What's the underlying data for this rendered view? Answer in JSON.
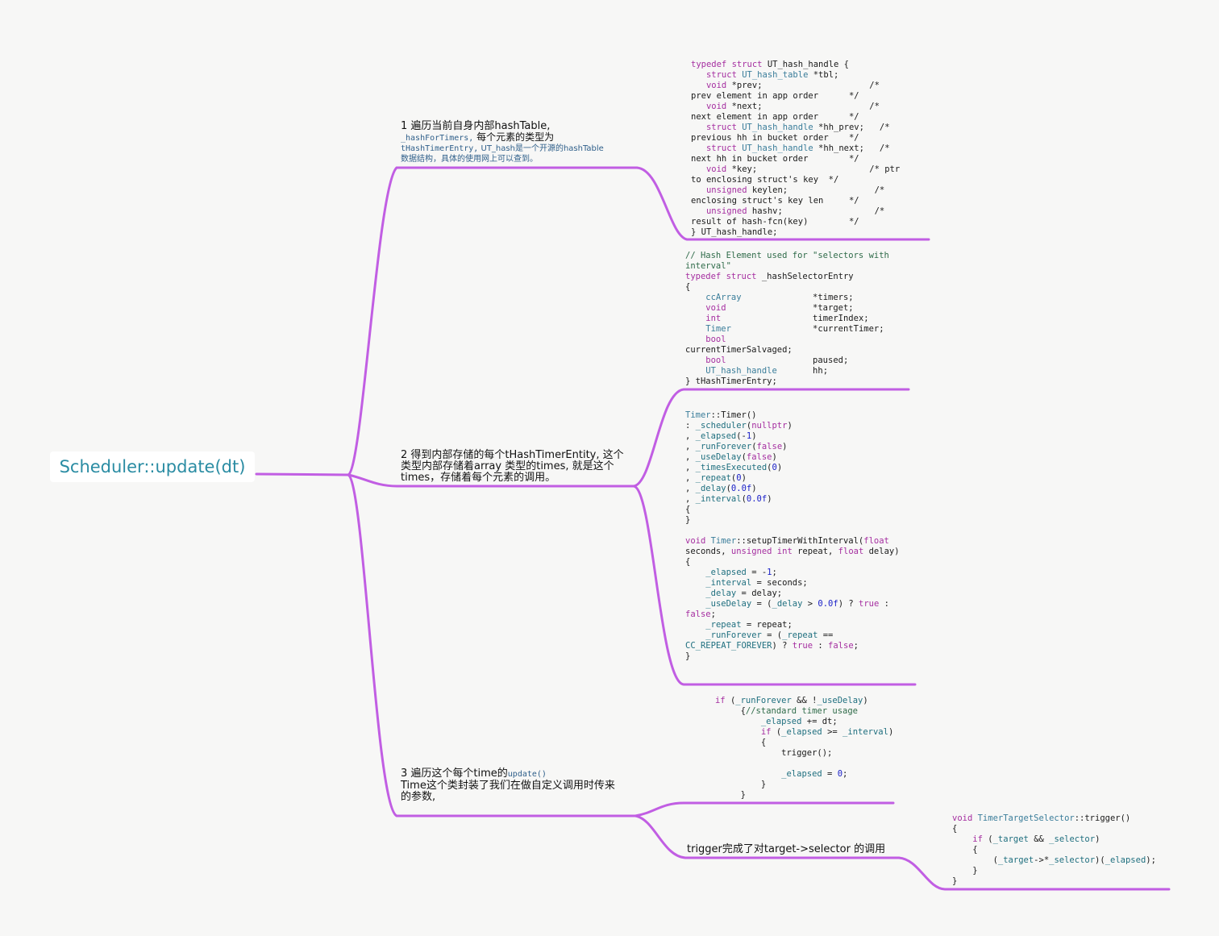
{
  "root": {
    "label": "Scheduler::update(dt)"
  },
  "branch1": {
    "line1": "1 遍历当前自身内部hashTable,",
    "note_code1": "_hashForTimers,",
    "note_text1": " 每个元素的类型为",
    "note_code2": "tHashTimerEntry,",
    "note_text2": "  UT_hash是一个开源的hashTable",
    "note_line3": "数据结构，具体的使用网上可以查到。"
  },
  "branch2": {
    "line1": "2 得到内部存储的每个tHashTimerEntity, 这个",
    "line2": "类型内部存储着array 类型的times, 就是这个",
    "line3": "times，存储着每个元素的调用。"
  },
  "branch3": {
    "line1": "3 遍历这个每个time的",
    "line1_code": "update()",
    "line2": "Time这个类封装了我们在做自定义调用时传来",
    "line3": "的参数,"
  },
  "branch4": {
    "label": "trigger完成了对target->selector 的调用"
  },
  "code_ut_hash": [
    [
      [
        "typedef struct",
        "k"
      ],
      [
        " UT_hash_handle {",
        ""
      ]
    ],
    [
      [
        "   struct ",
        "k"
      ],
      [
        "UT_hash_table",
        "t"
      ],
      [
        " *tbl;",
        ""
      ]
    ],
    [
      [
        "   void",
        "k"
      ],
      [
        " *prev;                     /*",
        ""
      ]
    ],
    [
      [
        "prev element in app order      */",
        ""
      ]
    ],
    [
      [
        "   void",
        "k"
      ],
      [
        " *next;                     /*",
        ""
      ]
    ],
    [
      [
        "next element in app order      */",
        ""
      ]
    ],
    [
      [
        "   struct ",
        "k"
      ],
      [
        "UT_hash_handle",
        "t"
      ],
      [
        " *hh_prev;   /*",
        ""
      ]
    ],
    [
      [
        "previous hh in bucket order    */",
        ""
      ]
    ],
    [
      [
        "   struct ",
        "k"
      ],
      [
        "UT_hash_handle",
        "t"
      ],
      [
        " *hh_next;   /*",
        ""
      ]
    ],
    [
      [
        "next hh in bucket order        */",
        ""
      ]
    ],
    [
      [
        "   void",
        "k"
      ],
      [
        " *key;                      /* ptr",
        ""
      ]
    ],
    [
      [
        "to enclosing struct's key  */",
        ""
      ]
    ],
    [
      [
        "   unsigned",
        "k"
      ],
      [
        " keylen;                 /*",
        ""
      ]
    ],
    [
      [
        "enclosing struct's key len     */",
        ""
      ]
    ],
    [
      [
        "   unsigned",
        "k"
      ],
      [
        " hashv;                  /*",
        ""
      ]
    ],
    [
      [
        "result of hash-fcn(key)        */",
        ""
      ]
    ],
    [
      [
        "} UT_hash_handle;",
        ""
      ]
    ]
  ],
  "code_entry": [
    [
      [
        "// Hash Element used for \"selectors with",
        "c"
      ]
    ],
    [
      [
        "interval\"",
        "c"
      ]
    ],
    [
      [
        "typedef struct",
        "k"
      ],
      [
        " _hashSelectorEntry",
        ""
      ]
    ],
    [
      [
        "{",
        ""
      ]
    ],
    [
      [
        "    ccArray",
        "t"
      ],
      [
        "              *timers;",
        ""
      ]
    ],
    [
      [
        "    void",
        "k"
      ],
      [
        "                 *target;",
        ""
      ]
    ],
    [
      [
        "    int",
        "k"
      ],
      [
        "                  timerIndex;",
        ""
      ]
    ],
    [
      [
        "    Timer",
        "t"
      ],
      [
        "                *currentTimer;",
        ""
      ]
    ],
    [
      [
        "    bool",
        "k"
      ]
    ],
    [
      [
        "currentTimerSalvaged;",
        ""
      ]
    ],
    [
      [
        "    bool",
        "k"
      ],
      [
        "                 paused;",
        ""
      ]
    ],
    [
      [
        "    UT_hash_handle",
        "t"
      ],
      [
        "       hh;",
        ""
      ]
    ],
    [
      [
        "} tHashTimerEntry;",
        ""
      ]
    ]
  ],
  "code_timer": [
    [
      [
        "Timer",
        "t"
      ],
      [
        "::Timer()",
        ""
      ]
    ],
    [
      [
        ": ",
        ""
      ],
      [
        "_scheduler",
        "p"
      ],
      [
        "(",
        ""
      ],
      [
        "nullptr",
        "k"
      ],
      [
        ")",
        ""
      ]
    ],
    [
      [
        ", ",
        ""
      ],
      [
        "_elapsed",
        "p"
      ],
      [
        "(-",
        ""
      ],
      [
        "1",
        "n"
      ],
      [
        ")",
        ""
      ]
    ],
    [
      [
        ", ",
        ""
      ],
      [
        "_runForever",
        "p"
      ],
      [
        "(",
        ""
      ],
      [
        "false",
        "k"
      ],
      [
        ")",
        ""
      ]
    ],
    [
      [
        ", ",
        ""
      ],
      [
        "_useDelay",
        "p"
      ],
      [
        "(",
        ""
      ],
      [
        "false",
        "k"
      ],
      [
        ")",
        ""
      ]
    ],
    [
      [
        ", ",
        ""
      ],
      [
        "_timesExecuted",
        "p"
      ],
      [
        "(",
        ""
      ],
      [
        "0",
        "n"
      ],
      [
        ")",
        ""
      ]
    ],
    [
      [
        ", ",
        ""
      ],
      [
        "_repeat",
        "p"
      ],
      [
        "(",
        ""
      ],
      [
        "0",
        "n"
      ],
      [
        ")",
        ""
      ]
    ],
    [
      [
        ", ",
        ""
      ],
      [
        "_delay",
        "p"
      ],
      [
        "(",
        ""
      ],
      [
        "0.0f",
        "n"
      ],
      [
        ")",
        ""
      ]
    ],
    [
      [
        ", ",
        ""
      ],
      [
        "_interval",
        "p"
      ],
      [
        "(",
        ""
      ],
      [
        "0.0f",
        "n"
      ],
      [
        ")",
        ""
      ]
    ],
    [
      [
        "{",
        ""
      ]
    ],
    [
      [
        "}",
        ""
      ]
    ],
    [
      [
        "",
        ""
      ]
    ],
    [
      [
        "void ",
        "k"
      ],
      [
        "Timer",
        "t"
      ],
      [
        "::setupTimerWithInterval(",
        ""
      ],
      [
        "float",
        "k"
      ]
    ],
    [
      [
        "seconds, ",
        ""
      ],
      [
        "unsigned int",
        "k"
      ],
      [
        " repeat, ",
        ""
      ],
      [
        "float",
        "k"
      ],
      [
        " delay)",
        ""
      ]
    ],
    [
      [
        "{",
        ""
      ]
    ],
    [
      [
        "    ",
        ""
      ],
      [
        "_elapsed",
        "p"
      ],
      [
        " = -",
        ""
      ],
      [
        "1",
        "n"
      ],
      [
        ";",
        ""
      ]
    ],
    [
      [
        "    ",
        ""
      ],
      [
        "_interval",
        "p"
      ],
      [
        " = seconds;",
        ""
      ]
    ],
    [
      [
        "    ",
        ""
      ],
      [
        "_delay",
        "p"
      ],
      [
        " = delay;",
        ""
      ]
    ],
    [
      [
        "    ",
        ""
      ],
      [
        "_useDelay",
        "p"
      ],
      [
        " = (",
        ""
      ],
      [
        "_delay",
        "p"
      ],
      [
        " > ",
        ""
      ],
      [
        "0.0f",
        "n"
      ],
      [
        ") ? ",
        ""
      ],
      [
        "true",
        "k"
      ],
      [
        " :",
        ""
      ]
    ],
    [
      [
        "false",
        "k"
      ],
      [
        ";",
        ""
      ]
    ],
    [
      [
        "    ",
        ""
      ],
      [
        "_repeat",
        "p"
      ],
      [
        " = repeat;",
        ""
      ]
    ],
    [
      [
        "    ",
        ""
      ],
      [
        "_runForever",
        "p"
      ],
      [
        " = (",
        ""
      ],
      [
        "_repeat",
        "p"
      ],
      [
        " ==",
        ""
      ]
    ],
    [
      [
        "CC_REPEAT_FOREVER",
        "p"
      ],
      [
        ") ? ",
        ""
      ],
      [
        "true",
        "k"
      ],
      [
        " : ",
        ""
      ],
      [
        "false",
        "k"
      ],
      [
        ";",
        ""
      ]
    ],
    [
      [
        "}",
        ""
      ]
    ]
  ],
  "code_update": [
    [
      [
        "   ",
        ""
      ],
      [
        "if",
        "k"
      ],
      [
        " (",
        ""
      ],
      [
        "_runForever",
        "p"
      ],
      [
        " && !",
        ""
      ],
      [
        "_useDelay",
        "p"
      ],
      [
        ")",
        ""
      ]
    ],
    [
      [
        "        {",
        ""
      ],
      [
        "//standard timer usage",
        "c"
      ]
    ],
    [
      [
        "            ",
        ""
      ],
      [
        "_elapsed",
        "p"
      ],
      [
        " += dt;",
        ""
      ]
    ],
    [
      [
        "            ",
        ""
      ],
      [
        "if",
        "k"
      ],
      [
        " (",
        ""
      ],
      [
        "_elapsed",
        "p"
      ],
      [
        " >= ",
        ""
      ],
      [
        "_interval",
        "p"
      ],
      [
        ")",
        ""
      ]
    ],
    [
      [
        "            {",
        ""
      ]
    ],
    [
      [
        "                trigger();",
        ""
      ]
    ],
    [
      [
        "",
        ""
      ]
    ],
    [
      [
        "                ",
        ""
      ],
      [
        "_elapsed",
        "p"
      ],
      [
        " = ",
        ""
      ],
      [
        "0",
        "n"
      ],
      [
        ";",
        ""
      ]
    ],
    [
      [
        "            }",
        ""
      ]
    ],
    [
      [
        "        }",
        ""
      ]
    ]
  ],
  "code_trigger": [
    [
      [
        "void ",
        "k"
      ],
      [
        "TimerTargetSelector",
        "t"
      ],
      [
        "::trigger()",
        ""
      ]
    ],
    [
      [
        "{",
        ""
      ]
    ],
    [
      [
        "    ",
        ""
      ],
      [
        "if",
        "k"
      ],
      [
        " (",
        ""
      ],
      [
        "_target",
        "p"
      ],
      [
        " && ",
        ""
      ],
      [
        "_selector",
        "p"
      ],
      [
        ")",
        ""
      ]
    ],
    [
      [
        "    {",
        ""
      ]
    ],
    [
      [
        "        (",
        ""
      ],
      [
        "_target",
        "p"
      ],
      [
        "->*",
        ""
      ],
      [
        "_selector",
        "p"
      ],
      [
        ")(",
        ""
      ],
      [
        "_elapsed",
        "p"
      ],
      [
        ");",
        ""
      ]
    ],
    [
      [
        "    }",
        ""
      ]
    ],
    [
      [
        "}",
        ""
      ]
    ]
  ],
  "colors": {
    "link": "#c15ee3",
    "root_text": "#2a8ca3",
    "background": "#f7f7f6"
  }
}
